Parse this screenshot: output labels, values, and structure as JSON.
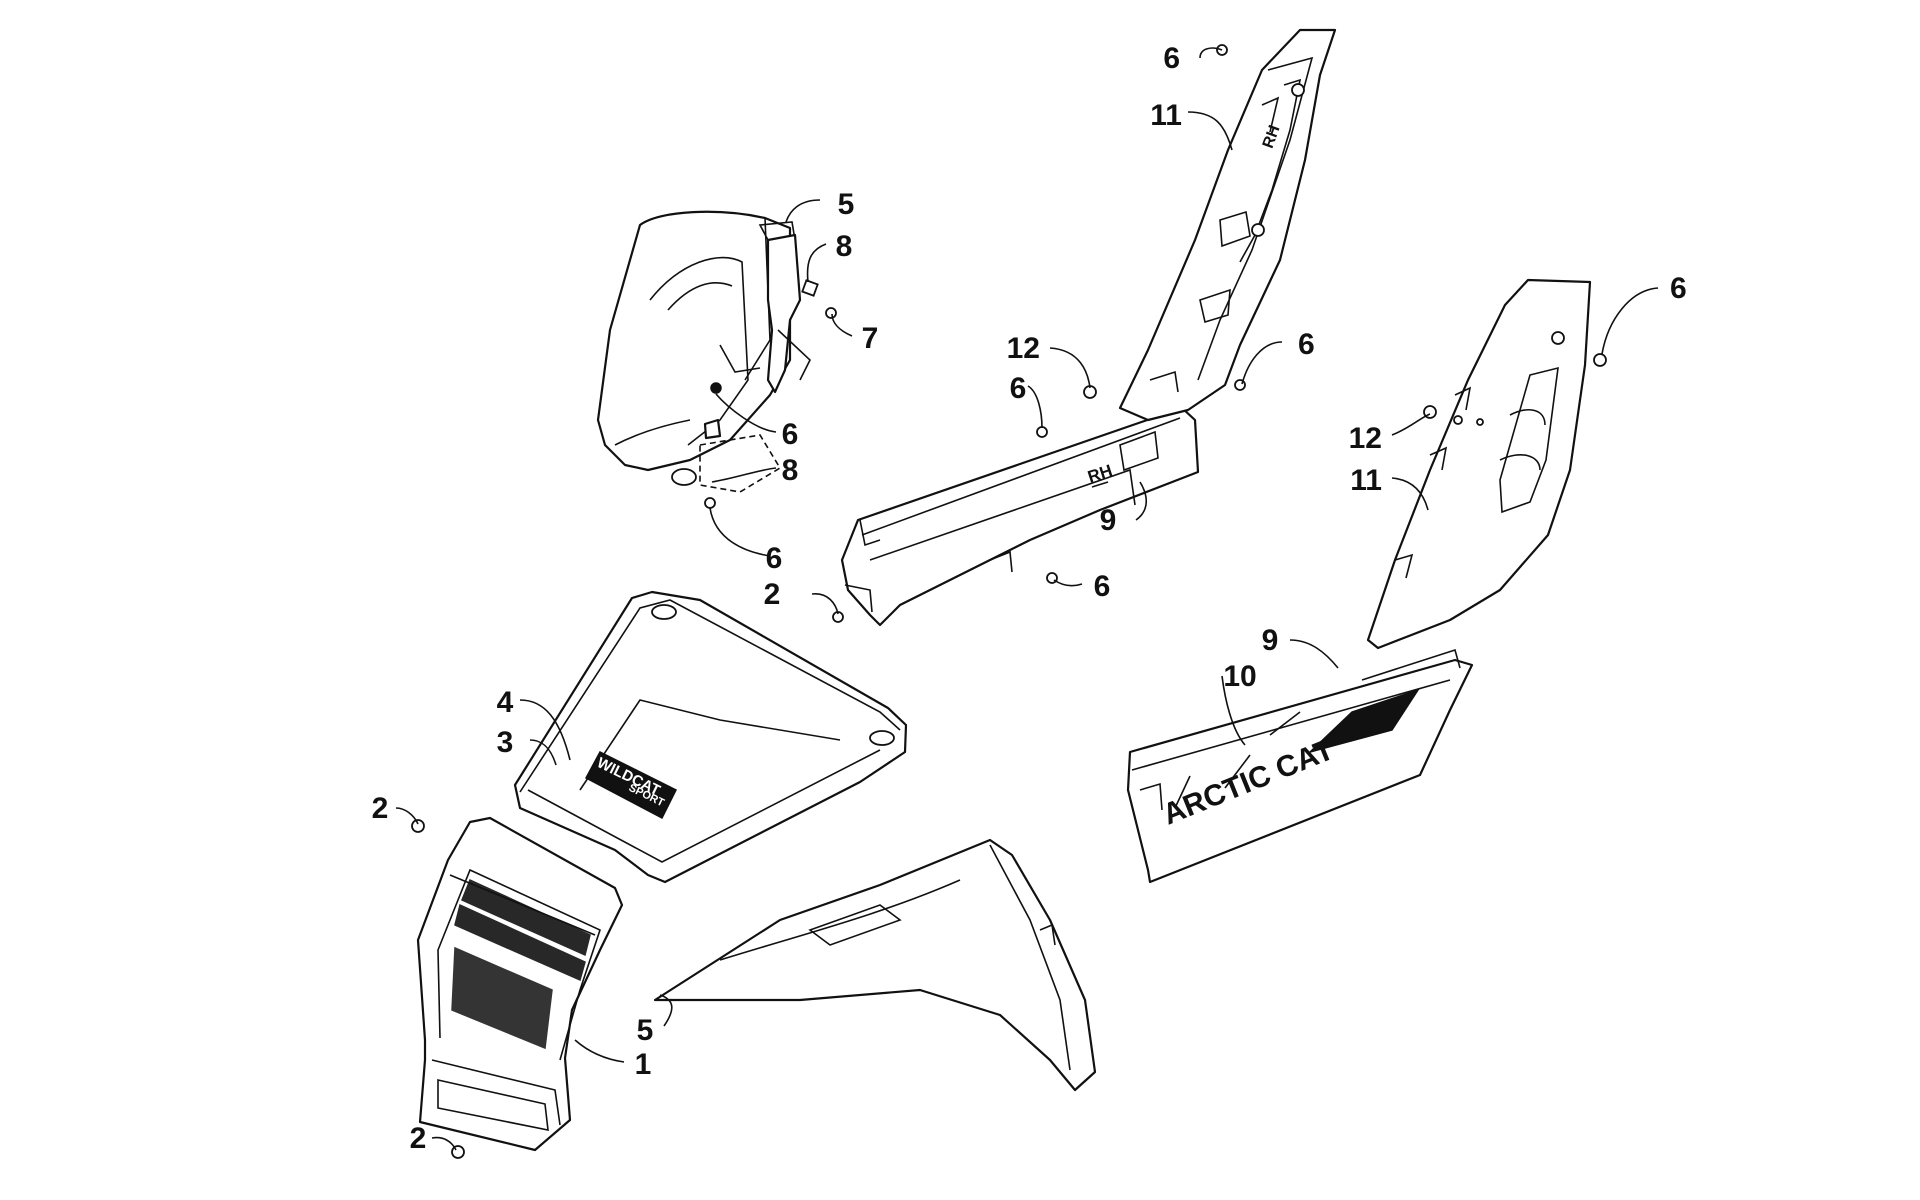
{
  "callouts": [
    {
      "id": "c-6-top",
      "label": "6"
    },
    {
      "id": "c-11-top",
      "label": "11"
    },
    {
      "id": "c-5-top",
      "label": "5"
    },
    {
      "id": "c-8-top",
      "label": "8"
    },
    {
      "id": "c-7",
      "label": "7"
    },
    {
      "id": "c-12-mid",
      "label": "12"
    },
    {
      "id": "c-6-mid",
      "label": "6"
    },
    {
      "id": "c-6-midright",
      "label": "6"
    },
    {
      "id": "c-6-right",
      "label": "6"
    },
    {
      "id": "c-6-cowl",
      "label": "6"
    },
    {
      "id": "c-8-cowl",
      "label": "8"
    },
    {
      "id": "c-12-right",
      "label": "12"
    },
    {
      "id": "c-11-right",
      "label": "11"
    },
    {
      "id": "c-6-low",
      "label": "6"
    },
    {
      "id": "c-9-mid",
      "label": "9"
    },
    {
      "id": "c-6-panel",
      "label": "6"
    },
    {
      "id": "c-2-mid",
      "label": "2"
    },
    {
      "id": "c-9-right",
      "label": "9"
    },
    {
      "id": "c-10",
      "label": "10"
    },
    {
      "id": "c-4",
      "label": "4"
    },
    {
      "id": "c-3",
      "label": "3"
    },
    {
      "id": "c-2-grille",
      "label": "2"
    },
    {
      "id": "c-5-fender",
      "label": "5"
    },
    {
      "id": "c-1",
      "label": "1"
    },
    {
      "id": "c-2-bottom",
      "label": "2"
    }
  ],
  "decals": {
    "hood_brand_line1": "WILDCAT",
    "hood_brand_line2": "SPORT",
    "panel_side_mark": "RH",
    "upper_side_mark": "RH",
    "right_panel_brand": "ARCTIC CAT"
  }
}
